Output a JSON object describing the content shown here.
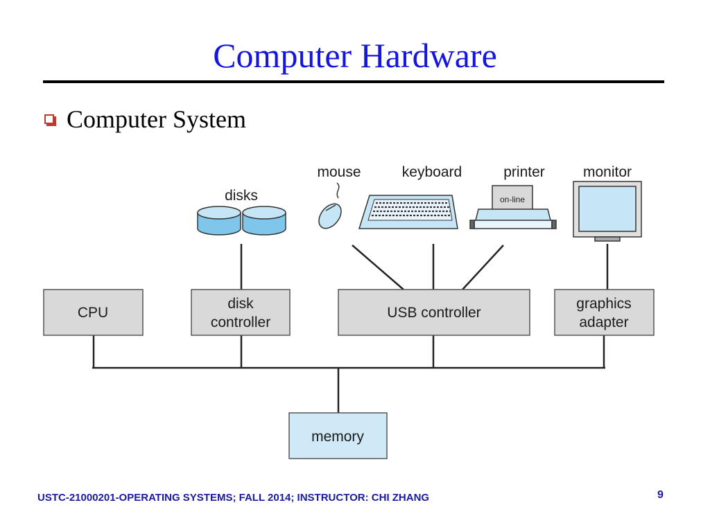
{
  "slide": {
    "title": "Computer Hardware",
    "bullet": "Computer System"
  },
  "diagram": {
    "devices": {
      "disks": "disks",
      "mouse": "mouse",
      "keyboard": "keyboard",
      "printer": "printer",
      "printer_panel": "on-line",
      "monitor": "monitor"
    },
    "boxes": {
      "cpu": "CPU",
      "disk_controller_line1": "disk",
      "disk_controller_line2": "controller",
      "usb_controller": "USB controller",
      "graphics_adapter_line1": "graphics",
      "graphics_adapter_line2": "adapter",
      "memory": "memory"
    }
  },
  "footer": {
    "text": "USTC-21000201-OPERATING SYSTEMS; FALL 2014; INSTRUCTOR: CHI ZHANG",
    "page_number": "9"
  },
  "colors": {
    "title": "#1515e0",
    "footer": "#1a1aa0",
    "box_fill": "#d9d9d9",
    "memory_fill": "#cfe9f7",
    "device_fill": "#c6e6f6"
  }
}
